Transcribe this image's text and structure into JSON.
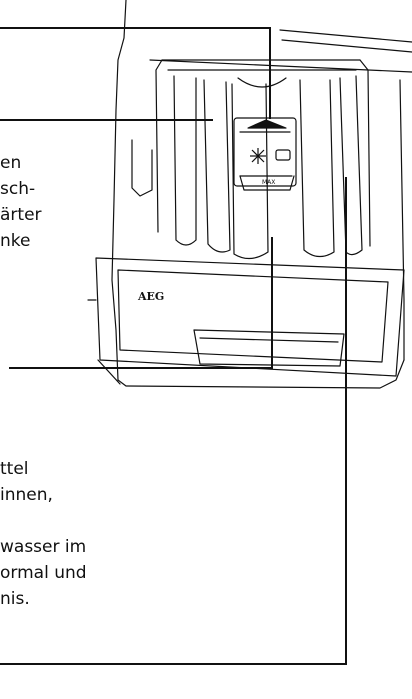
{
  "illustration": {
    "brand_label": "AEG",
    "max_label": "MAX",
    "snowflake_icon": "snowflake-icon"
  },
  "text_block_1": [
    "en",
    "sch-",
    "ärter",
    "nke"
  ],
  "text_block_2": [
    "ttel",
    "innen,",
    "",
    "wasser im",
    "ormal und",
    "nis."
  ],
  "colors": {
    "line": "#111111",
    "paper": "#ffffff"
  }
}
